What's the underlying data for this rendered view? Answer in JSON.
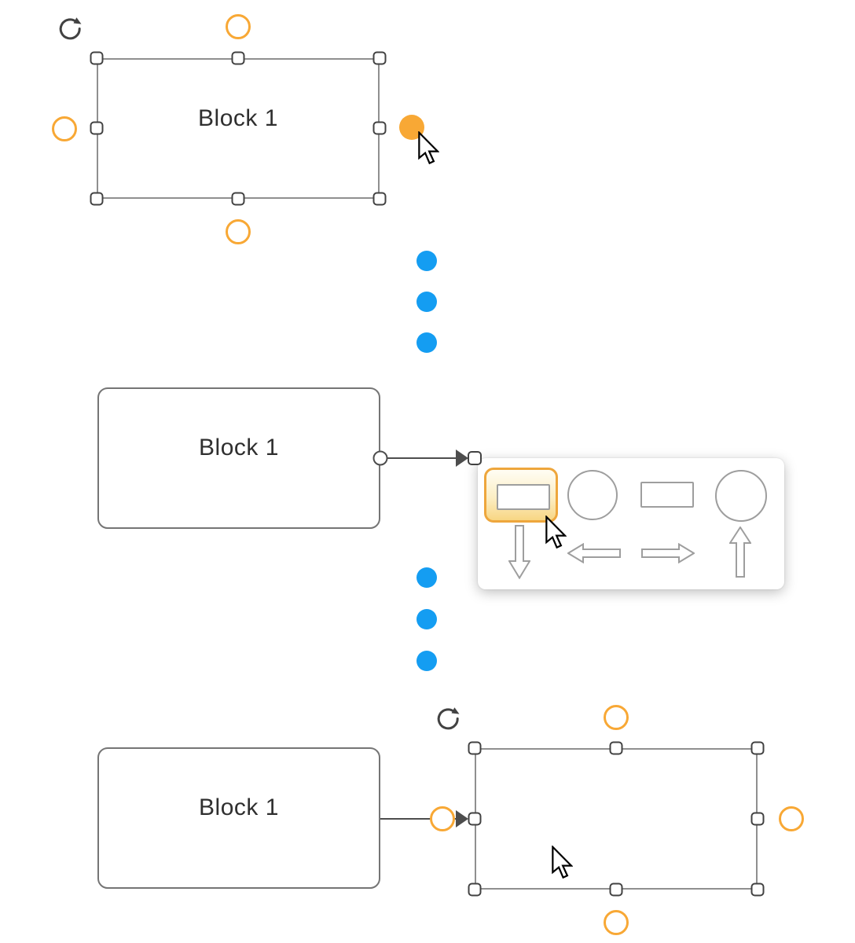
{
  "colors": {
    "accent_orange": "#F8A835",
    "accent_blue": "#149DF2",
    "shape_stroke": "#757575",
    "selection_stroke": "#8F8F8F",
    "handle_stroke": "#424242",
    "edge_stroke": "#4D4D4D",
    "picker_stroke": "#9E9E9E",
    "label_color": "#2F2F2F",
    "highlight_border": "#EEA63C"
  },
  "stage_select": {
    "block_label": "Block 1",
    "icons": [
      "rotate-icon",
      "direction-arrow-top",
      "direction-arrow-left",
      "direction-arrow-bottom",
      "direction-arrow-right-hovered",
      "mouse-cursor"
    ]
  },
  "stage_drag": {
    "block_label": "Block 1",
    "shape_picker": {
      "options": [
        {
          "name": "rounded-rectangle",
          "highlighted": true
        },
        {
          "name": "ellipse",
          "highlighted": false
        },
        {
          "name": "rectangle",
          "highlighted": false
        },
        {
          "name": "circle",
          "highlighted": false
        }
      ],
      "direction_arrows": [
        "down",
        "left",
        "right",
        "up"
      ]
    }
  },
  "stage_result": {
    "source_block_label": "Block 1",
    "new_block_label": "",
    "icons": [
      "rotate-icon",
      "direction-arrow-top",
      "direction-arrow-right",
      "direction-arrow-bottom",
      "connection-endpoint-ring",
      "mouse-cursor"
    ]
  },
  "separators": {
    "dots_per_group": 3,
    "groups": 2
  }
}
